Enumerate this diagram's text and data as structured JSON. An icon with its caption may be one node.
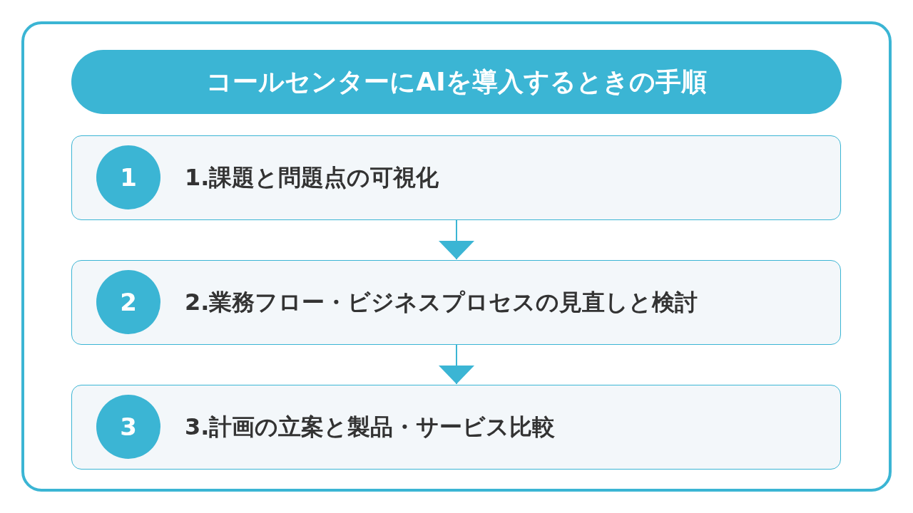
{
  "diagram": {
    "title": "コールセンターにAIを導入するときの手順",
    "nodes": [
      {
        "text": [
          "1.課題と問題点の可視化"
        ]
      },
      {
        "text": [
          "1"
        ],
        "in": 0
      },
      {
        "text": [
          "2.業務フロー・ビジネスプロセスの見直しと検討"
        ]
      },
      {
        "text": [
          "2"
        ],
        "in": 2
      },
      {
        "text": [
          "3.計画の立案と製品・サービス比較"
        ]
      },
      {
        "text": [
          "3"
        ],
        "in": 4
      }
    ],
    "edges": [
      {
        "from": 0,
        "to": 2,
        "arrow": "to"
      },
      {
        "from": 2,
        "to": 4,
        "arrow": "to"
      }
    ]
  }
}
